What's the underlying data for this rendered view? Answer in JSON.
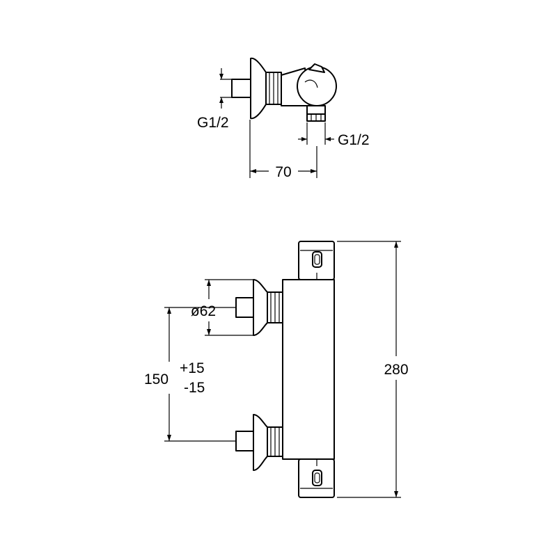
{
  "drawing": {
    "top_view": {
      "inlet_thread_label": "G1/2",
      "outlet_thread_label": "G1/2",
      "depth_dimension": "70"
    },
    "front_view": {
      "escutcheon_diameter": "ø62",
      "inlet_spacing_nominal": "150",
      "inlet_spacing_plus": "+15",
      "inlet_spacing_minus": "-15",
      "overall_length": "280"
    }
  }
}
